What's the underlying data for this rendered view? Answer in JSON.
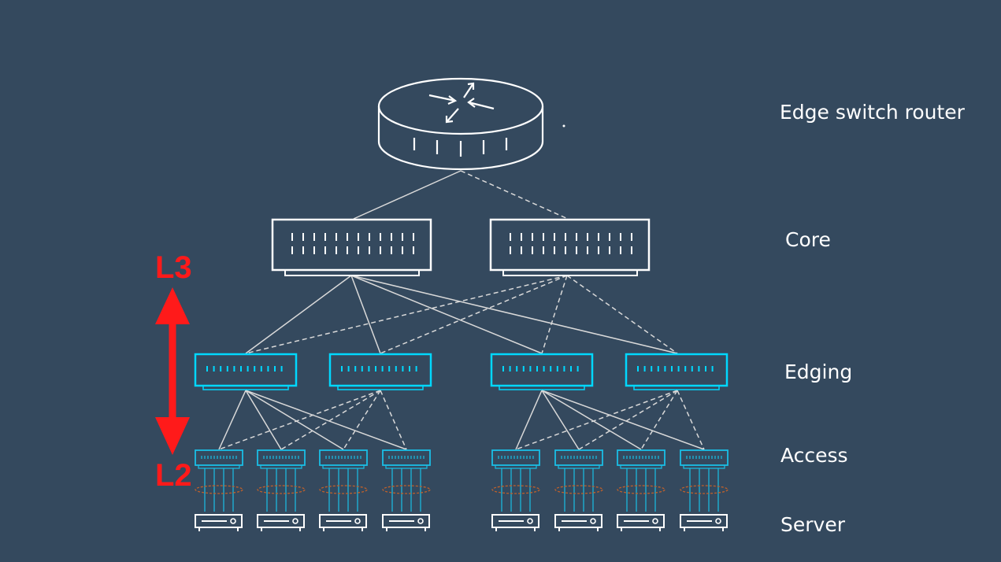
{
  "tier_labels": {
    "edge_router": "Edge switch router",
    "core": "Core",
    "edging": "Edging",
    "access": "Access",
    "server": "Server"
  },
  "layer_labels": {
    "top": "L3",
    "bottom": "L2"
  },
  "colors": {
    "background": "#34495e",
    "device_outline": "#ffffff",
    "edging_device": "#00d8ff",
    "access_device": "#19bfe6",
    "link_line": "#d9d9d9",
    "layer_arrow": "#ff1a1a",
    "server_cable_ring": "#c0602a"
  },
  "icons": {
    "router": "router-icon",
    "core_switch": "core-switch-icon",
    "edging_switch": "edging-switch-icon",
    "access_switch": "access-switch-icon",
    "server": "server-icon",
    "layer_arrow": "double-arrow-icon"
  }
}
